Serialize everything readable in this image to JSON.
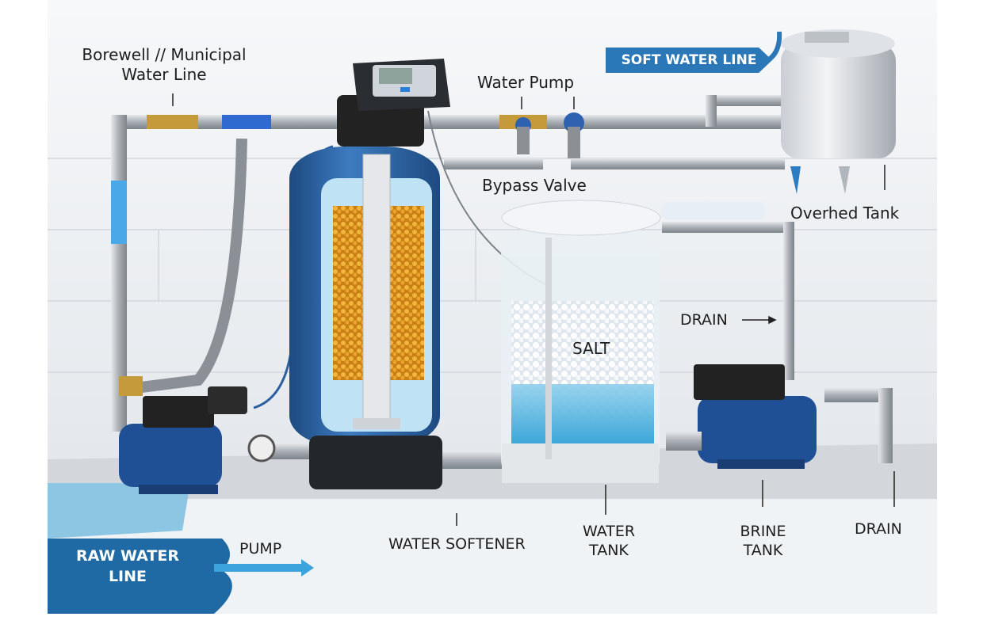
{
  "labels": {
    "borewell": "Borewell // Municipal",
    "water_line": "Water Line",
    "soft_water_line": "SOFT WATER LINE",
    "water_pump": "Water Pump",
    "bypass_valve": "Bypass Valve",
    "overhead_tank": "Overhed Tank",
    "drain_upper": "DRAIN",
    "salt": "SALT",
    "raw_water": "RAW WATER",
    "raw_line": "LINE",
    "pump": "PUMP",
    "water_softener": "WATER SOFTENER",
    "water_tank_1": "WATER",
    "water_tank_2": "TANK",
    "brine_tank_1": "BRINE",
    "brine_tank_2": "TANK",
    "drain_lower": "DRAIN"
  },
  "colors": {
    "pipe": "#b8bcc2",
    "water_blue": "#2b78b8",
    "resin": "#e3a22a",
    "tank_blue": "#2c5f9e",
    "pump_blue": "#1f4f94"
  }
}
